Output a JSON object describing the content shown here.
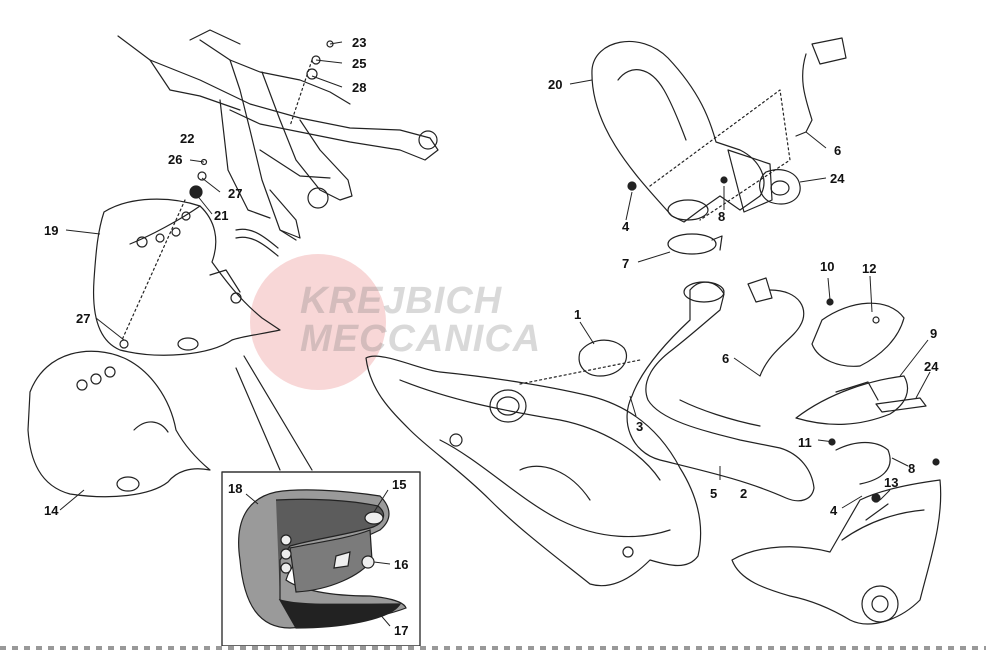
{
  "watermark": {
    "logo_text": "KREJBICH MECCANICA"
  },
  "callouts": [
    {
      "id": "c1",
      "text": "1"
    },
    {
      "id": "c2",
      "text": "2"
    },
    {
      "id": "c3",
      "text": "3"
    },
    {
      "id": "c4a",
      "text": "4"
    },
    {
      "id": "c4b",
      "text": "4"
    },
    {
      "id": "c5",
      "text": "5"
    },
    {
      "id": "c6a",
      "text": "6"
    },
    {
      "id": "c6b",
      "text": "6"
    },
    {
      "id": "c7",
      "text": "7"
    },
    {
      "id": "c8a",
      "text": "8"
    },
    {
      "id": "c8b",
      "text": "8"
    },
    {
      "id": "c9",
      "text": "9"
    },
    {
      "id": "c10",
      "text": "10"
    },
    {
      "id": "c11",
      "text": "11"
    },
    {
      "id": "c12",
      "text": "12"
    },
    {
      "id": "c13",
      "text": "13"
    },
    {
      "id": "c14",
      "text": "14"
    },
    {
      "id": "c15",
      "text": "15"
    },
    {
      "id": "c16",
      "text": "16"
    },
    {
      "id": "c17",
      "text": "17"
    },
    {
      "id": "c18",
      "text": "18"
    },
    {
      "id": "c19",
      "text": "19"
    },
    {
      "id": "c20",
      "text": "20"
    },
    {
      "id": "c21",
      "text": "21"
    },
    {
      "id": "c22",
      "text": "22"
    },
    {
      "id": "c23",
      "text": "23"
    },
    {
      "id": "c24a",
      "text": "24"
    },
    {
      "id": "c24b",
      "text": "24"
    },
    {
      "id": "c25",
      "text": "25"
    },
    {
      "id": "c26",
      "text": "26"
    },
    {
      "id": "c27a",
      "text": "27"
    },
    {
      "id": "c27b",
      "text": "27"
    },
    {
      "id": "c28",
      "text": "28"
    }
  ]
}
